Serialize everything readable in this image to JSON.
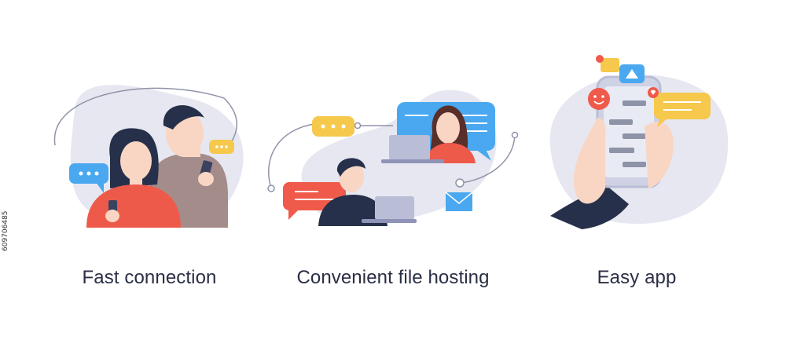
{
  "image_id_text": "609706485",
  "panels": [
    {
      "caption": "Fast connection"
    },
    {
      "caption": "Convenient file hosting"
    },
    {
      "caption": "Easy app"
    }
  ],
  "colors": {
    "blob": "#e6e7f0",
    "bubble_blue": "#4aa8f0",
    "bubble_yellow": "#f6c84c",
    "bubble_red": "#ef5a4a",
    "skin": "#f9d6c4",
    "hair": "#27304a",
    "shirt_red": "#ee5a4a",
    "text": "#2a2e45"
  }
}
